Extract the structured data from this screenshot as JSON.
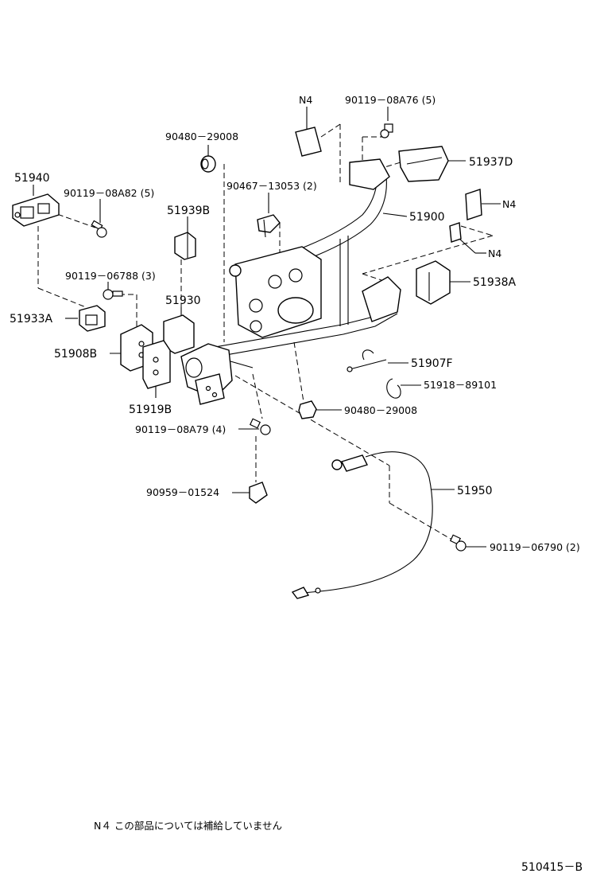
{
  "labels": {
    "l51940": "51940",
    "l90119_08A82": "90119－08A82 (5)",
    "l90480_a": "90480－29008",
    "l51939B": "51939B",
    "l90467": "90467－13053 (2)",
    "lN4_top": "N4",
    "l90119_08A76": "90119－08A76 (5)",
    "l51937D": "51937D",
    "l51900": "51900",
    "lN4_r1": "N4",
    "lN4_r2": "N4",
    "l90119_06788": "90119－06788 (3)",
    "l51938A": "51938A",
    "l51930": "51930",
    "l51933A": "51933A",
    "l51908B": "51908B",
    "l51907F": "51907F",
    "l51918": "51918－89101",
    "l51919B": "51919B",
    "l90480_b": "90480－29008",
    "l90119_08A79": "90119－08A79 (4)",
    "l51950": "51950",
    "l90959": "90959－01524",
    "l90119_06790": "90119－06790 (2)"
  },
  "footnote": "N４ この部品については補給していません",
  "diagram_code": "510415－B"
}
